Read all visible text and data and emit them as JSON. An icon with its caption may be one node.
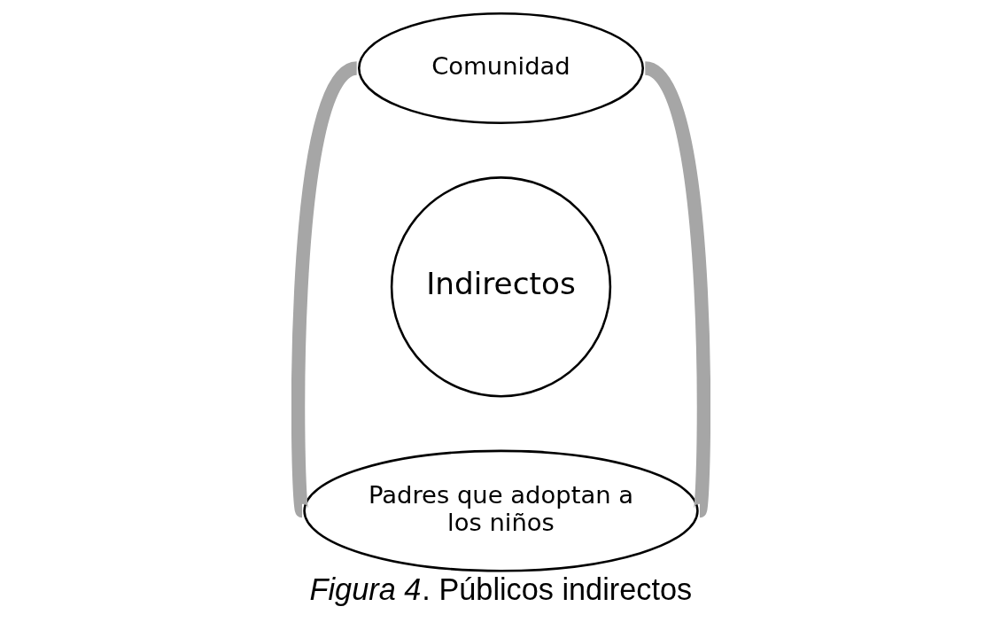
{
  "diagram": {
    "caption": "*Figura 4*. Públicos indirectos",
    "nodes": [
      {
        "text": [
          "Comunidad"
        ]
      },
      {
        "text": [
          "Indirectos"
        ]
      },
      {
        "text": [
          "Padres que adoptan a los niños"
        ]
      }
    ],
    "edges": [
      {
        "from": 0,
        "to": 2,
        "arrow": "none"
      },
      {
        "from": 0,
        "to": 2,
        "arrow": "none"
      }
    ]
  }
}
